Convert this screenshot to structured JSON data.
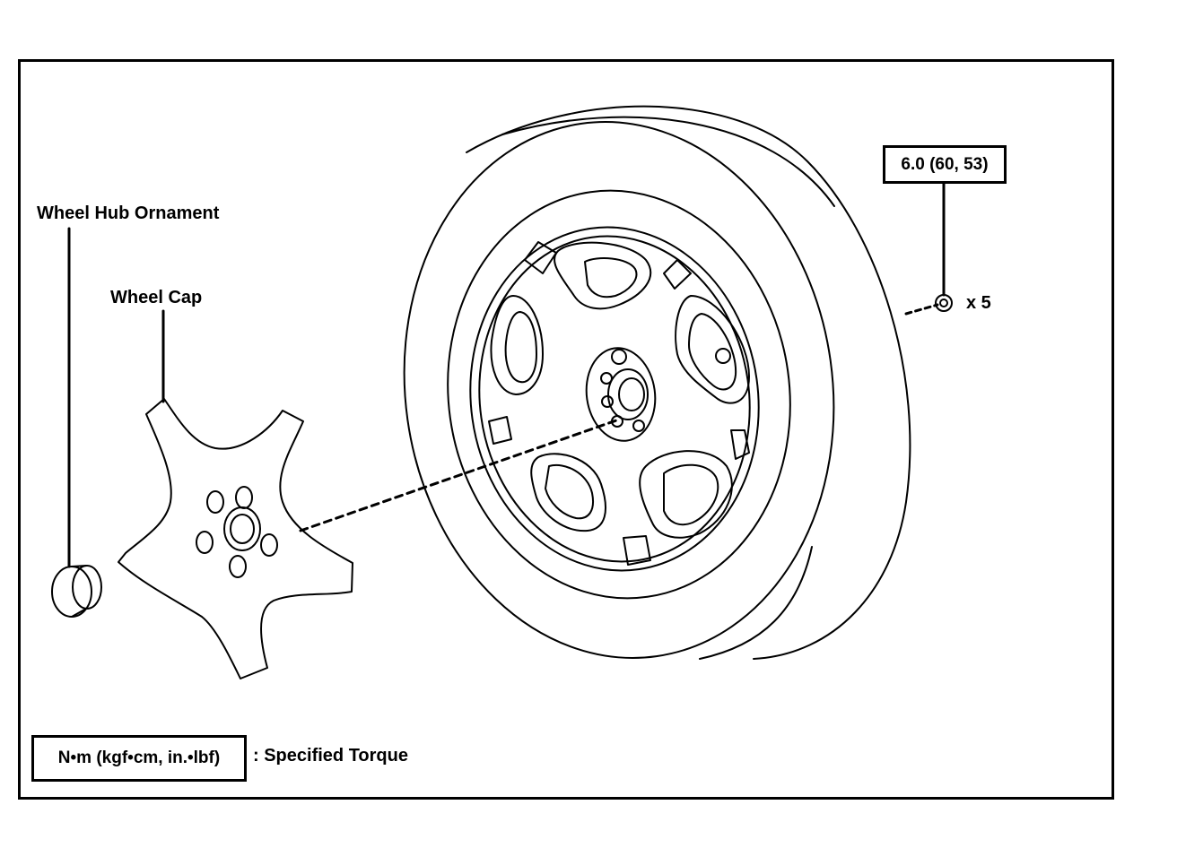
{
  "labels": {
    "wheel_hub_ornament": "Wheel Hub Ornament",
    "wheel_cap": "Wheel Cap",
    "torque_value": "6.0 (60, 53)",
    "quantity": "x 5",
    "legend_units": "N•m (kgf•cm, in.•lbf)",
    "legend_text": ": Specified Torque"
  }
}
